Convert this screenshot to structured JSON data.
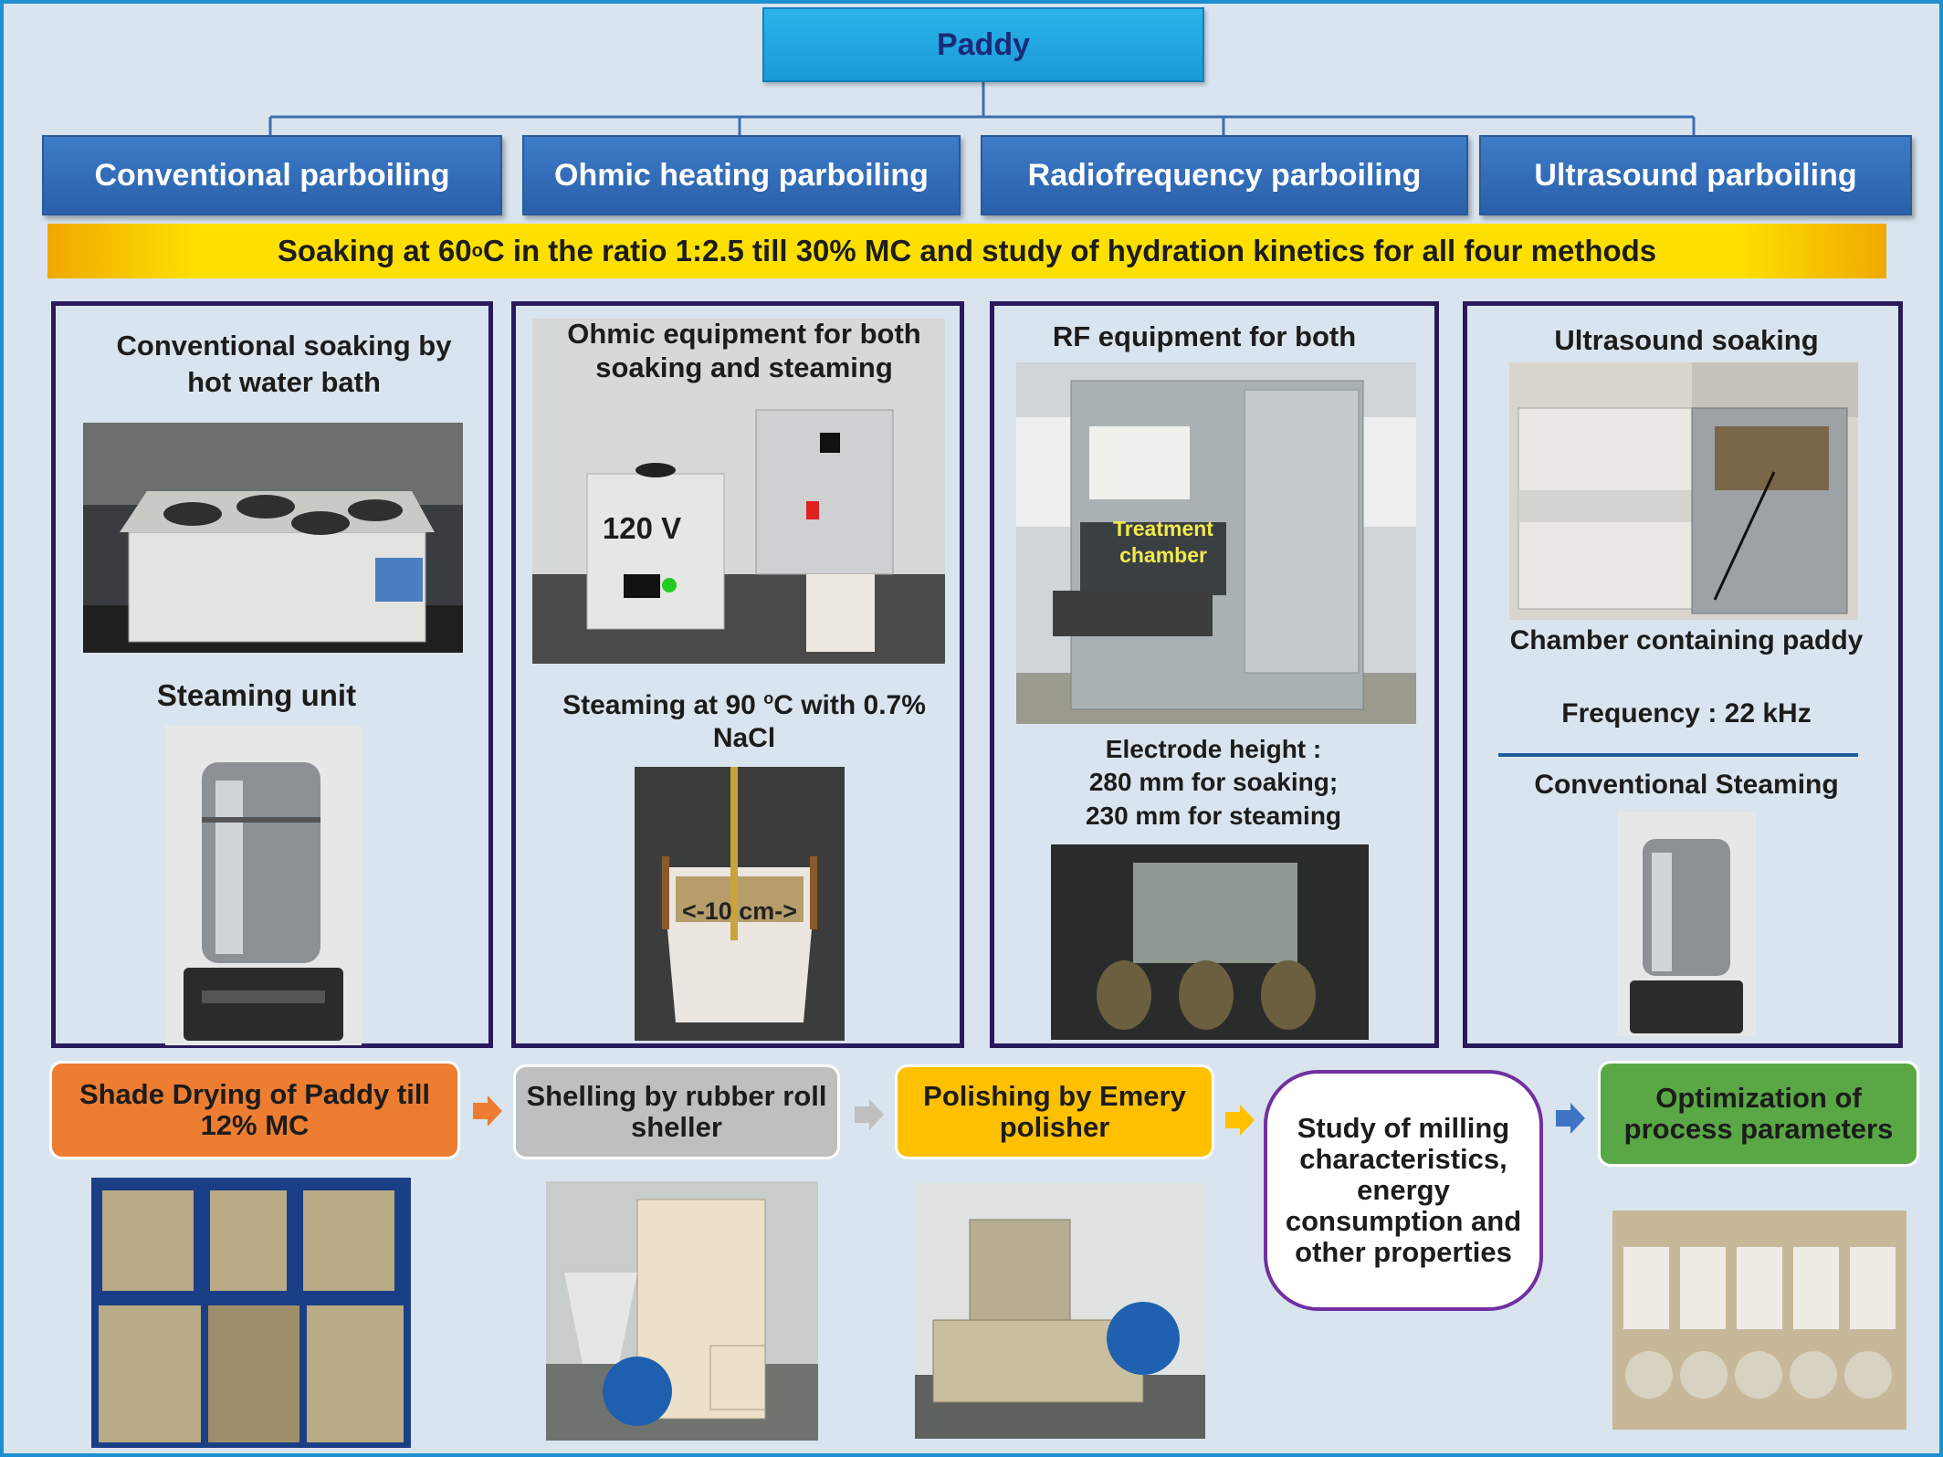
{
  "root": "Paddy",
  "methods": [
    "Conventional parboiling",
    "Ohmic heating parboiling",
    "Radiofrequency parboiling",
    "Ultrasound parboiling"
  ],
  "banner": {
    "pre": "Soaking at 60 ",
    "sup": "o",
    "post": "C in the ratio 1:2.5 till 30% MC and study of hydration kinetics for all four methods"
  },
  "panels": {
    "conventional": {
      "title": "Conventional soaking by hot water bath",
      "steam_title": "Steaming unit"
    },
    "ohmic": {
      "title": "Ohmic equipment for both soaking and steaming",
      "voltage": "120 V",
      "steam_pre": "Steaming at 90 ",
      "steam_sup": "o",
      "steam_post": "C with 0.7% NaCl",
      "scale": "10 cm"
    },
    "rf": {
      "title": "RF equipment for both",
      "chamber_label": "Treatment chamber",
      "electrode": [
        "Electrode height :",
        "280 mm for soaking;",
        "230 mm for steaming"
      ]
    },
    "ultrasound": {
      "title": "Ultrasound soaking",
      "chamber": "Chamber containing paddy",
      "frequency": "Frequency : 22 kHz",
      "steam_title": "Conventional Steaming"
    }
  },
  "steps": [
    "Shade Drying of Paddy till 12% MC",
    "Shelling by rubber roll sheller",
    "Polishing by Emery polisher",
    "Study of milling characteristics, energy consumption and other properties",
    "Optimization of process parameters"
  ],
  "colors": {
    "orange": "#ed7d31",
    "gray": "#bfbfbf",
    "yellow": "#ffc000",
    "purple": "#7030a0",
    "green": "#5aa845",
    "blue": "#3f74c2",
    "frame": "#1e8fd0"
  }
}
